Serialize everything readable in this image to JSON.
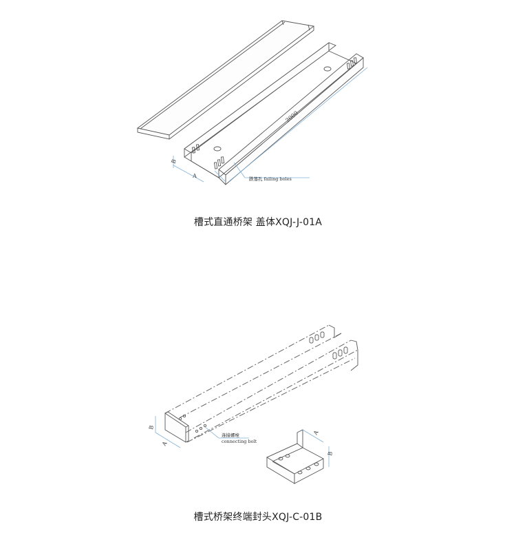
{
  "figure1": {
    "caption": "槽式直通桥架  盖体XQJ-J-01A",
    "dim_length": "2000",
    "dim_a": "A",
    "dim_b": "B",
    "callout_label": "跌落孔   failing boles"
  },
  "figure2": {
    "caption": "槽式桥架终端封头XQJ-C-01B",
    "dim_a": "A",
    "dim_b": "B",
    "callout_label_cn": "连接螺栓",
    "callout_label_en": "connecting bolt",
    "endcap_dim_a": "A",
    "endcap_dim_b": "B"
  },
  "colors": {
    "line": "#555555",
    "dimension": "#7fb0d8",
    "caption_text": "#222222"
  }
}
